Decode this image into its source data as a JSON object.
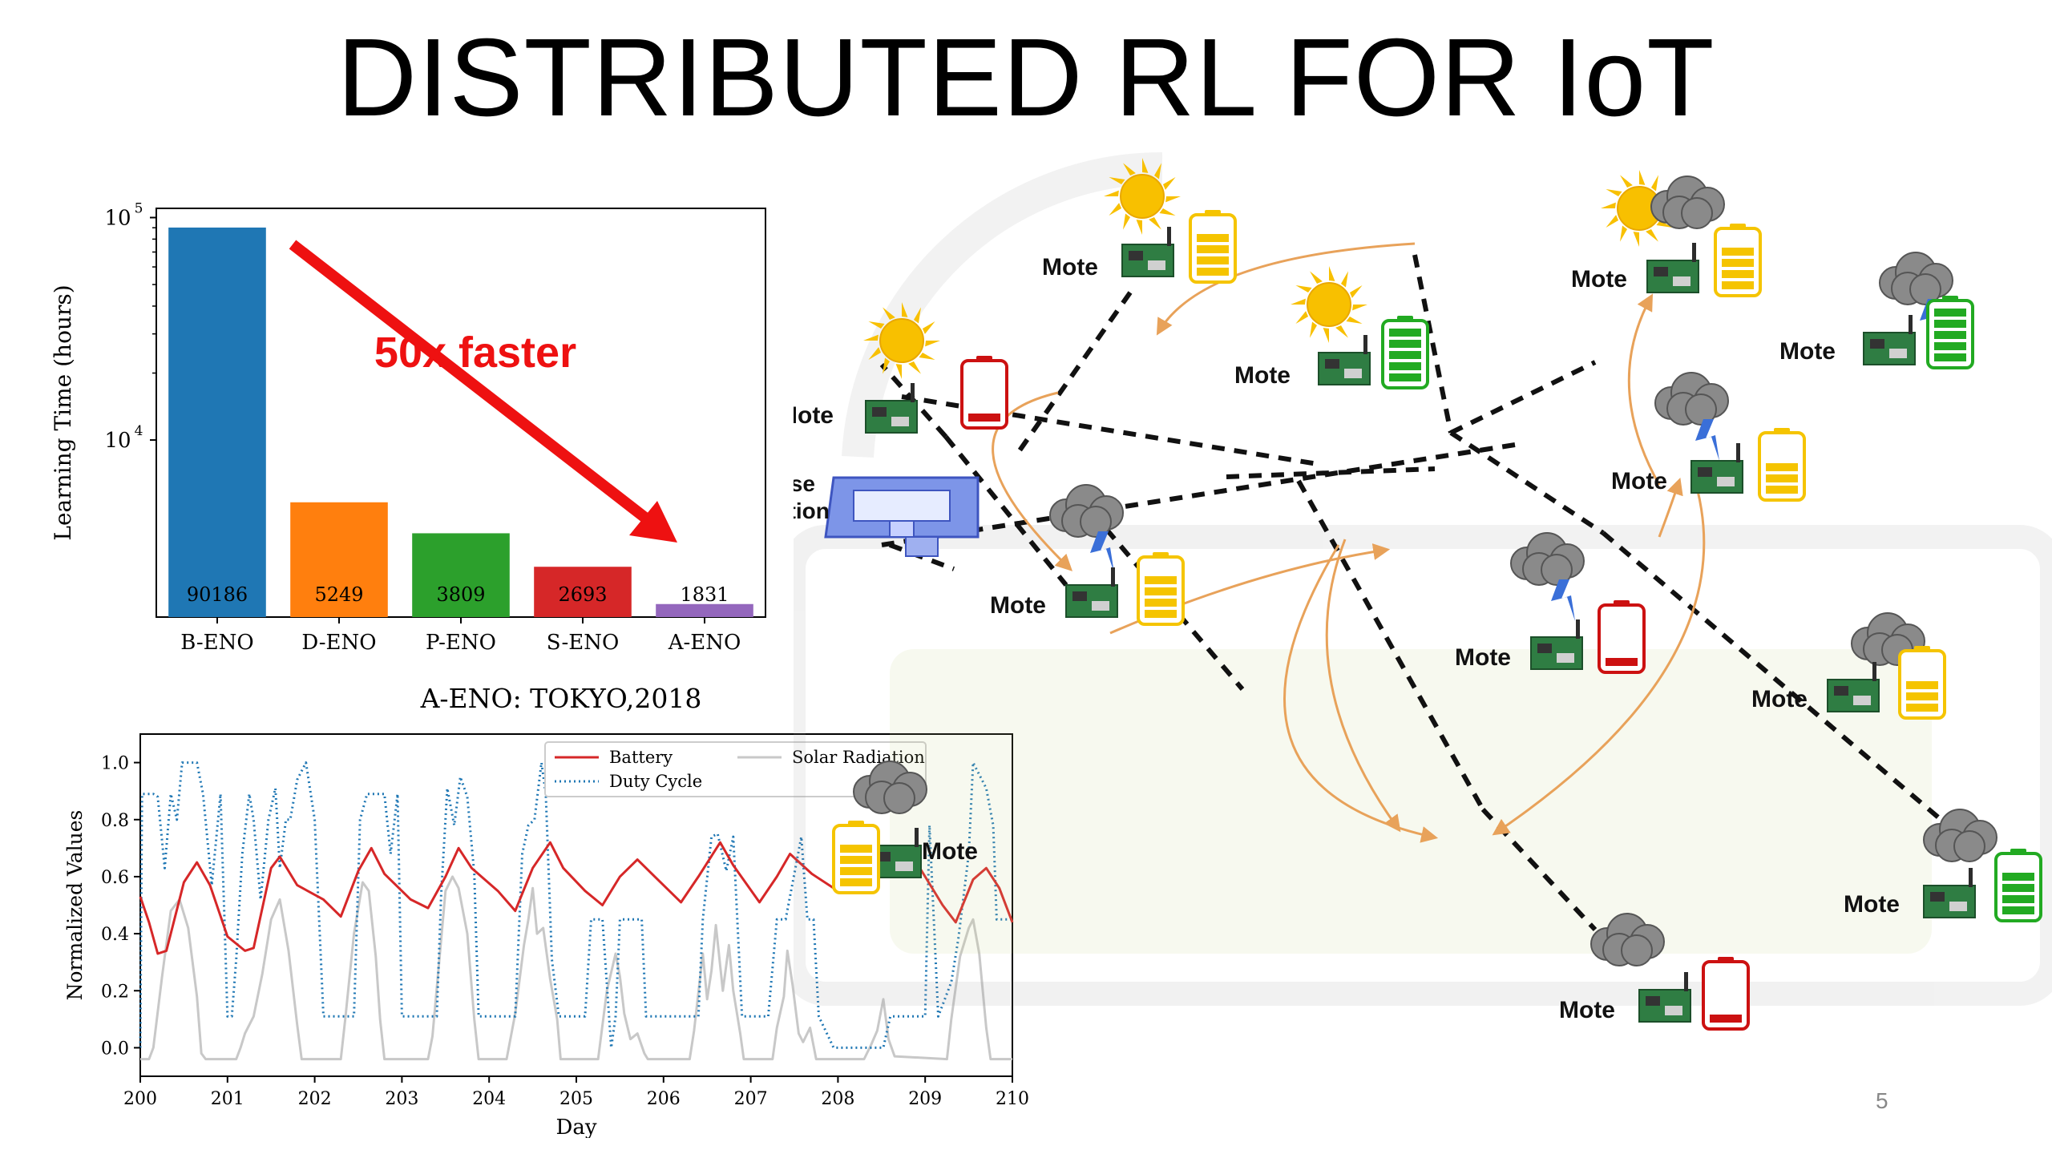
{
  "title": "DISTRIBUTED RL FOR IoT",
  "page_number": "5",
  "annotation": {
    "text": "50x faster",
    "color": "#ee1111"
  },
  "network": {
    "mote_label": "Mote",
    "base_station_label": [
      "Base",
      "Station"
    ],
    "colors": {
      "battery_green": "#22aa22",
      "battery_yellow": "#f5c400",
      "battery_red": "#cc1111",
      "link": "#111111",
      "arrow": "#e8a25a",
      "cloud": "#8a8a8a",
      "sun": "#f8c000"
    }
  },
  "chart_data": [
    {
      "type": "bar",
      "categories": [
        "B-ENO",
        "D-ENO",
        "P-ENO",
        "S-ENO",
        "A-ENO"
      ],
      "values": [
        90186,
        5249,
        3809,
        2693,
        1831
      ],
      "data_labels": [
        "90186",
        "5249",
        "3809",
        "2693",
        "1831"
      ],
      "colors": [
        "#1f77b4",
        "#ff7f0e",
        "#2ca02c",
        "#d62728",
        "#9467bd"
      ],
      "ylabel": "Learning Time (hours)",
      "yscale": "log",
      "ylim": [
        1600,
        110000
      ],
      "yticks": [
        {
          "value": 10000,
          "label": "10",
          "exp": "4"
        },
        {
          "value": 100000,
          "label": "10",
          "exp": "5"
        }
      ],
      "grid": false
    },
    {
      "type": "line",
      "title": "A-ENO: TOKYO,2018",
      "xlabel": "Day",
      "ylabel": "Normalized Values",
      "xlim": [
        200,
        210
      ],
      "ylim": [
        -0.1,
        1.1
      ],
      "xticks": [
        "200",
        "201",
        "202",
        "203",
        "204",
        "205",
        "206",
        "207",
        "208",
        "209",
        "210"
      ],
      "yticks": [
        "0.0",
        "0.2",
        "0.4",
        "0.6",
        "0.8",
        "1.0"
      ],
      "legend": {
        "placement": "top-right",
        "entries": [
          "Battery",
          "Duty Cycle",
          "Solar Radiation"
        ]
      },
      "series": [
        {
          "name": "Battery",
          "color": "#d62728",
          "style": "solid",
          "points": [
            [
              200,
              0.53
            ],
            [
              200.1,
              0.44
            ],
            [
              200.2,
              0.33
            ],
            [
              200.3,
              0.34
            ],
            [
              200.5,
              0.58
            ],
            [
              200.65,
              0.65
            ],
            [
              200.8,
              0.57
            ],
            [
              201.0,
              0.39
            ],
            [
              201.2,
              0.34
            ],
            [
              201.3,
              0.35
            ],
            [
              201.5,
              0.63
            ],
            [
              201.6,
              0.67
            ],
            [
              201.8,
              0.57
            ],
            [
              202.1,
              0.52
            ],
            [
              202.3,
              0.46
            ],
            [
              202.5,
              0.62
            ],
            [
              202.65,
              0.7
            ],
            [
              202.8,
              0.61
            ],
            [
              203.1,
              0.52
            ],
            [
              203.3,
              0.49
            ],
            [
              203.5,
              0.6
            ],
            [
              203.65,
              0.7
            ],
            [
              203.8,
              0.63
            ],
            [
              204.1,
              0.55
            ],
            [
              204.3,
              0.48
            ],
            [
              204.5,
              0.63
            ],
            [
              204.7,
              0.72
            ],
            [
              204.85,
              0.63
            ],
            [
              205.1,
              0.55
            ],
            [
              205.3,
              0.5
            ],
            [
              205.5,
              0.6
            ],
            [
              205.7,
              0.66
            ],
            [
              205.9,
              0.6
            ],
            [
              206.2,
              0.51
            ],
            [
              206.4,
              0.6
            ],
            [
              206.65,
              0.72
            ],
            [
              206.8,
              0.64
            ],
            [
              207.1,
              0.51
            ],
            [
              207.3,
              0.6
            ],
            [
              207.45,
              0.68
            ],
            [
              207.7,
              0.61
            ],
            [
              208.0,
              0.55
            ],
            [
              208.3,
              0.57
            ],
            [
              208.6,
              0.68
            ],
            [
              208.9,
              0.65
            ],
            [
              209.2,
              0.5
            ],
            [
              209.35,
              0.44
            ],
            [
              209.55,
              0.59
            ],
            [
              209.7,
              0.63
            ],
            [
              209.85,
              0.56
            ],
            [
              210,
              0.44
            ]
          ]
        },
        {
          "name": "Duty Cycle",
          "color": "#1f77b4",
          "style": "dotted",
          "points": [
            [
              200,
              0.0
            ],
            [
              200.02,
              0.89
            ],
            [
              200.15,
              0.89
            ],
            [
              200.2,
              0.88
            ],
            [
              200.28,
              0.63
            ],
            [
              200.35,
              0.89
            ],
            [
              200.42,
              0.8
            ],
            [
              200.48,
              1.0
            ],
            [
              200.65,
              1.0
            ],
            [
              200.72,
              0.89
            ],
            [
              200.82,
              0.57
            ],
            [
              200.92,
              0.89
            ],
            [
              201.0,
              0.11
            ],
            [
              201.05,
              0.11
            ],
            [
              201.1,
              0.31
            ],
            [
              201.17,
              0.68
            ],
            [
              201.25,
              0.89
            ],
            [
              201.3,
              0.8
            ],
            [
              201.38,
              0.52
            ],
            [
              201.47,
              0.8
            ],
            [
              201.55,
              0.91
            ],
            [
              201.6,
              0.63
            ],
            [
              201.67,
              0.8
            ],
            [
              201.72,
              0.8
            ],
            [
              201.8,
              0.94
            ],
            [
              201.9,
              1.0
            ],
            [
              202.0,
              0.8
            ],
            [
              202.1,
              0.11
            ],
            [
              202.45,
              0.11
            ],
            [
              202.52,
              0.8
            ],
            [
              202.6,
              0.89
            ],
            [
              202.8,
              0.89
            ],
            [
              202.87,
              0.68
            ],
            [
              202.95,
              0.89
            ],
            [
              203.0,
              0.11
            ],
            [
              203.4,
              0.11
            ],
            [
              203.45,
              0.54
            ],
            [
              203.52,
              0.91
            ],
            [
              203.6,
              0.78
            ],
            [
              203.67,
              0.95
            ],
            [
              203.75,
              0.88
            ],
            [
              203.83,
              0.61
            ],
            [
              203.88,
              0.11
            ],
            [
              204.3,
              0.11
            ],
            [
              204.38,
              0.68
            ],
            [
              204.45,
              0.78
            ],
            [
              204.52,
              0.8
            ],
            [
              204.6,
              1.0
            ],
            [
              204.65,
              0.89
            ],
            [
              204.72,
              0.31
            ],
            [
              204.8,
              0.11
            ],
            [
              205.1,
              0.11
            ],
            [
              205.17,
              0.45
            ],
            [
              205.3,
              0.45
            ],
            [
              205.4,
              0.0
            ],
            [
              205.45,
              0.11
            ],
            [
              205.5,
              0.45
            ],
            [
              205.75,
              0.45
            ],
            [
              205.8,
              0.11
            ],
            [
              206.4,
              0.11
            ],
            [
              206.45,
              0.45
            ],
            [
              206.55,
              0.74
            ],
            [
              206.62,
              0.75
            ],
            [
              206.72,
              0.62
            ],
            [
              206.8,
              0.74
            ],
            [
              206.9,
              0.11
            ],
            [
              207.2,
              0.11
            ],
            [
              207.3,
              0.45
            ],
            [
              207.4,
              0.45
            ],
            [
              207.5,
              0.61
            ],
            [
              207.58,
              0.74
            ],
            [
              207.65,
              0.45
            ],
            [
              207.72,
              0.45
            ],
            [
              207.78,
              0.11
            ],
            [
              207.95,
              0.0
            ],
            [
              208.45,
              0.0
            ],
            [
              208.52,
              0.0
            ],
            [
              208.6,
              0.11
            ],
            [
              209.0,
              0.11
            ],
            [
              209.05,
              0.78
            ],
            [
              209.15,
              0.11
            ],
            [
              209.3,
              0.23
            ],
            [
              209.38,
              0.38
            ],
            [
              209.5,
              0.68
            ],
            [
              209.55,
              1.0
            ],
            [
              209.7,
              0.91
            ],
            [
              209.78,
              0.78
            ],
            [
              209.82,
              0.45
            ],
            [
              209.9,
              0.45
            ],
            [
              210,
              0.45
            ]
          ]
        },
        {
          "name": "Solar Radiation",
          "color": "#c8c8c8",
          "style": "solid",
          "points": [
            [
              200,
              -0.04
            ],
            [
              200.1,
              -0.04
            ],
            [
              200.15,
              0.0
            ],
            [
              200.25,
              0.25
            ],
            [
              200.35,
              0.48
            ],
            [
              200.45,
              0.52
            ],
            [
              200.55,
              0.42
            ],
            [
              200.65,
              0.18
            ],
            [
              200.7,
              -0.02
            ],
            [
              200.75,
              -0.04
            ],
            [
              201.1,
              -0.04
            ],
            [
              201.15,
              0.0
            ],
            [
              201.2,
              0.05
            ],
            [
              201.3,
              0.11
            ],
            [
              201.4,
              0.26
            ],
            [
              201.5,
              0.45
            ],
            [
              201.6,
              0.52
            ],
            [
              201.7,
              0.34
            ],
            [
              201.8,
              0.08
            ],
            [
              201.85,
              -0.04
            ],
            [
              202.3,
              -0.04
            ],
            [
              202.35,
              0.1
            ],
            [
              202.45,
              0.4
            ],
            [
              202.55,
              0.58
            ],
            [
              202.62,
              0.55
            ],
            [
              202.7,
              0.32
            ],
            [
              202.75,
              0.1
            ],
            [
              202.8,
              -0.04
            ],
            [
              203.3,
              -0.04
            ],
            [
              203.35,
              0.04
            ],
            [
              203.45,
              0.38
            ],
            [
              203.5,
              0.55
            ],
            [
              203.58,
              0.6
            ],
            [
              203.65,
              0.56
            ],
            [
              203.75,
              0.4
            ],
            [
              203.83,
              0.1
            ],
            [
              203.88,
              -0.04
            ],
            [
              204.2,
              -0.04
            ],
            [
              204.3,
              0.12
            ],
            [
              204.4,
              0.36
            ],
            [
              204.45,
              0.45
            ],
            [
              204.5,
              0.56
            ],
            [
              204.55,
              0.4
            ],
            [
              204.62,
              0.42
            ],
            [
              204.7,
              0.24
            ],
            [
              204.78,
              0.1
            ],
            [
              204.82,
              -0.04
            ],
            [
              205.25,
              -0.04
            ],
            [
              205.35,
              0.2
            ],
            [
              205.45,
              0.33
            ],
            [
              205.5,
              0.25
            ],
            [
              205.55,
              0.12
            ],
            [
              205.62,
              0.03
            ],
            [
              205.7,
              0.05
            ],
            [
              205.78,
              -0.02
            ],
            [
              205.82,
              -0.04
            ],
            [
              206.3,
              -0.04
            ],
            [
              206.35,
              0.06
            ],
            [
              206.45,
              0.33
            ],
            [
              206.5,
              0.17
            ],
            [
              206.55,
              0.27
            ],
            [
              206.6,
              0.43
            ],
            [
              206.68,
              0.2
            ],
            [
              206.75,
              0.36
            ],
            [
              206.8,
              0.2
            ],
            [
              206.88,
              0.05
            ],
            [
              206.92,
              -0.04
            ],
            [
              207.25,
              -0.04
            ],
            [
              207.3,
              0.07
            ],
            [
              207.38,
              0.18
            ],
            [
              207.42,
              0.34
            ],
            [
              207.48,
              0.22
            ],
            [
              207.55,
              0.05
            ],
            [
              207.6,
              0.02
            ],
            [
              207.68,
              0.07
            ],
            [
              207.75,
              -0.04
            ],
            [
              208.3,
              -0.04
            ],
            [
              208.38,
              0.01
            ],
            [
              208.45,
              0.06
            ],
            [
              208.52,
              0.17
            ],
            [
              208.58,
              0.03
            ],
            [
              208.65,
              -0.03
            ],
            [
              209.25,
              -0.04
            ],
            [
              209.3,
              0.1
            ],
            [
              209.4,
              0.32
            ],
            [
              209.5,
              0.42
            ],
            [
              209.55,
              0.45
            ],
            [
              209.62,
              0.33
            ],
            [
              209.7,
              0.07
            ],
            [
              209.75,
              -0.04
            ],
            [
              210,
              -0.04
            ]
          ]
        }
      ]
    }
  ]
}
